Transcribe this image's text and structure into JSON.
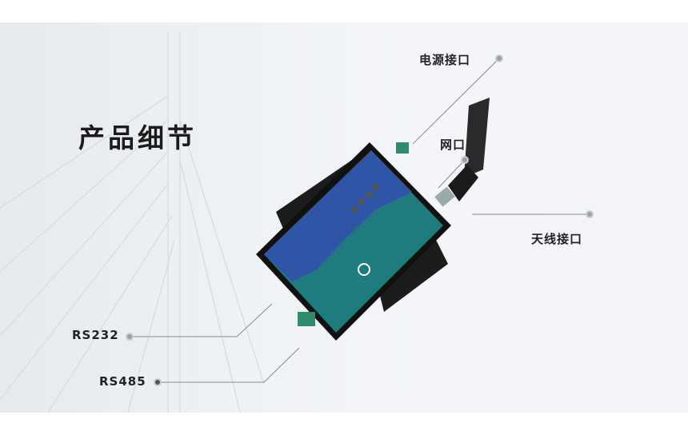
{
  "title": "产品细节",
  "callouts": {
    "power": "电源接口",
    "network": "网口",
    "antenna": "天线接口",
    "rs232": "RS232",
    "rs485": "RS485"
  },
  "colors": {
    "device_blue": "#2f55a6",
    "device_teal": "#1f7c7e",
    "line": "#888c90"
  }
}
